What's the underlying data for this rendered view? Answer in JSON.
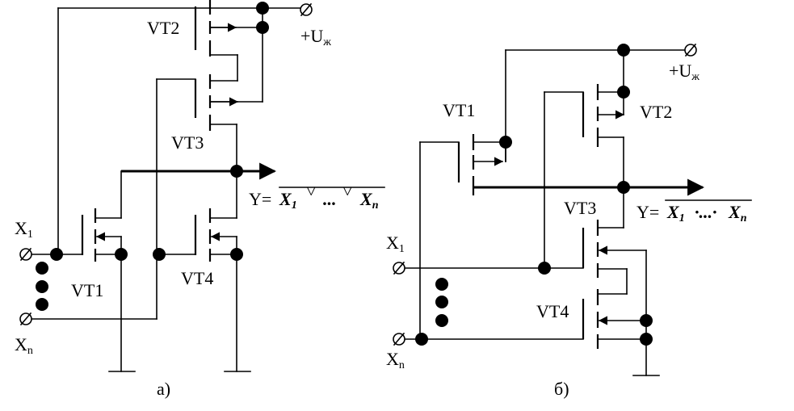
{
  "diagram_a": {
    "caption": "а)",
    "supply": "+U",
    "supply_sub": "ж",
    "t_vt1": "VT1",
    "t_vt2": "VT2",
    "t_vt3": "VT3",
    "t_vt4": "VT4",
    "in1": "X",
    "in1_sub": "1",
    "inn": "X",
    "inn_sub": "n",
    "out_prefix": "Y=",
    "out_x1": "X",
    "out_x1_sub": "1",
    "out_op1": "˅",
    "out_dots": "...",
    "out_op2": "˅",
    "out_xn": "X",
    "out_xn_sub": "n"
  },
  "diagram_b": {
    "caption": "б)",
    "supply": "+U",
    "supply_sub": "ж",
    "t_vt1": "VT1",
    "t_vt2": "VT2",
    "t_vt3": "VT3",
    "t_vt4": "VT4",
    "in1": "X",
    "in1_sub": "1",
    "inn": "X",
    "inn_sub": "n",
    "out_prefix": "Y=",
    "out_x1": "X",
    "out_x1_sub": "1",
    "out_dots": "·...·",
    "out_xn": "X",
    "out_xn_sub": "n"
  }
}
